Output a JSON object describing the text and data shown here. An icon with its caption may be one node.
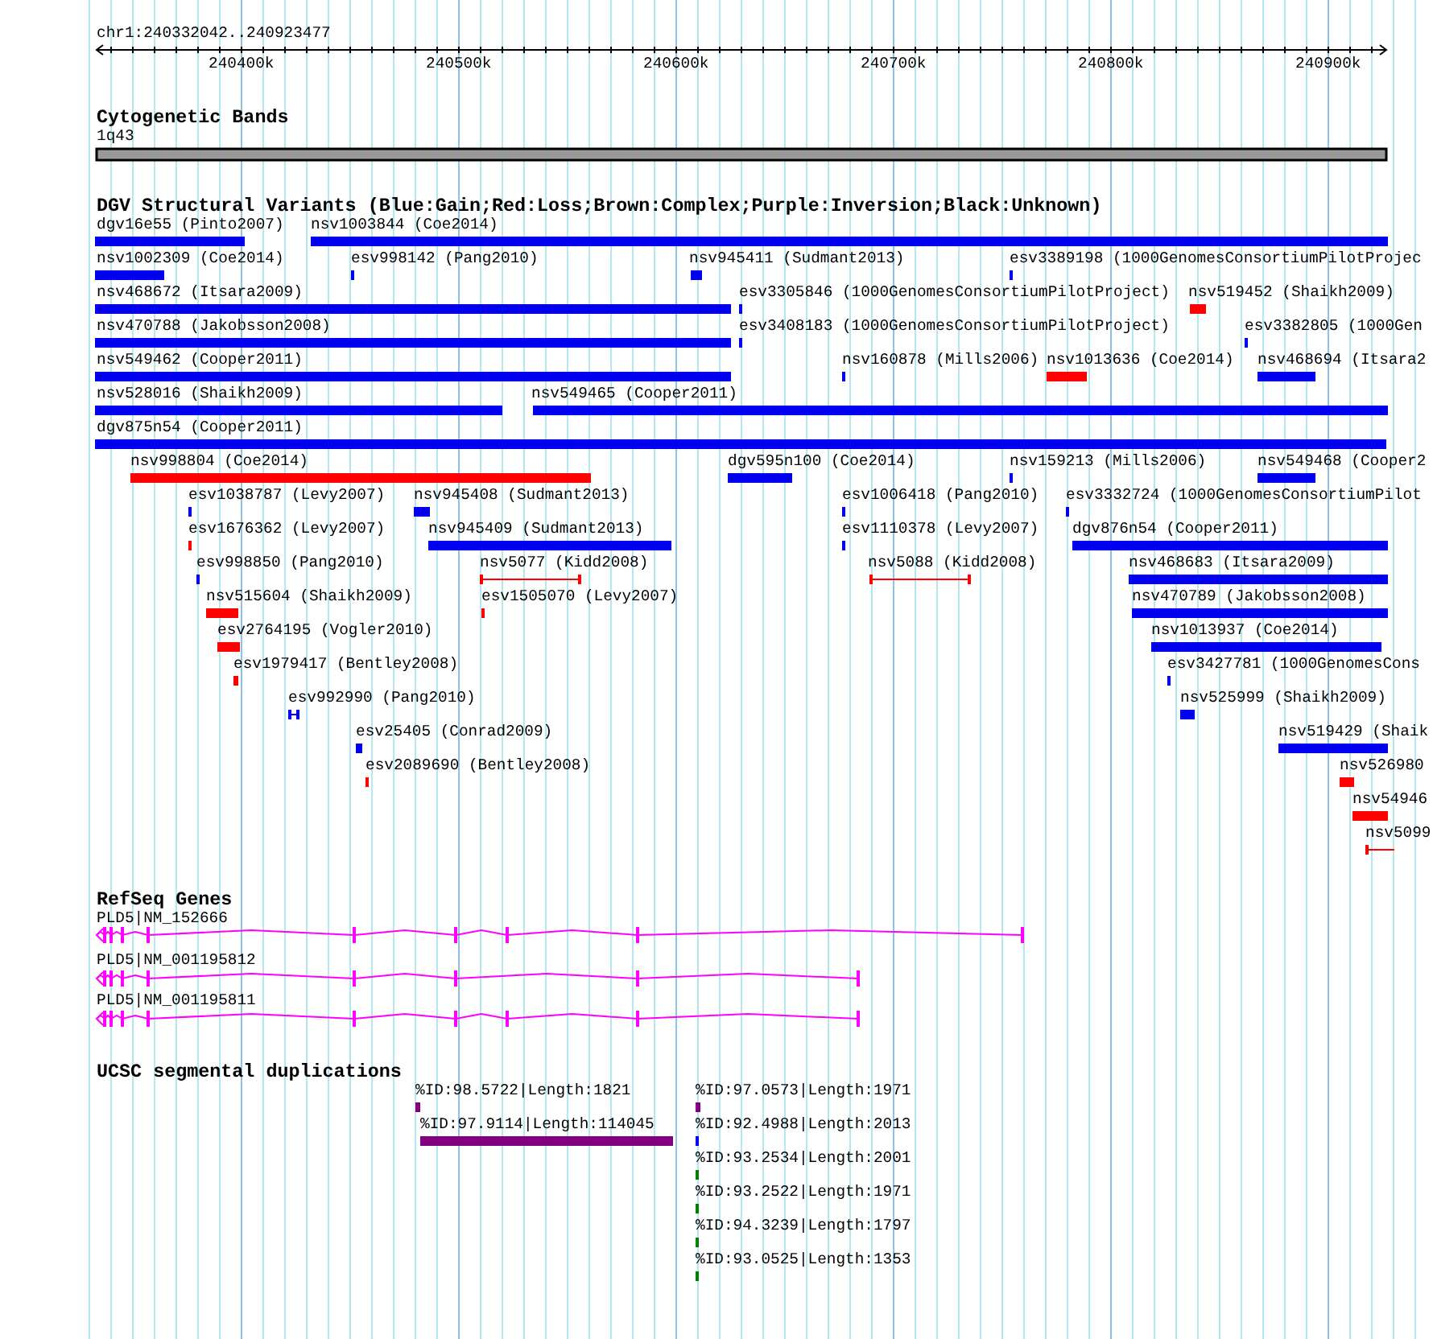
{
  "diagram": {
    "labels": [
      "chr1:240332042..240923477",
      "240400k",
      "240500k",
      "240600k",
      "240700k",
      "240800k",
      "240900k",
      "Cytogenetic Bands",
      "1q43",
      "DGV Structural Variants (Blue:Gain;Red:Loss;Brown:Complex;Purple:Inversion;Black:Unknown)",
      "dgv16e55 (Pinto2007)",
      "nsv1003844 (Coe2014)",
      "nsv1002309 (Coe2014)",
      "esv998142 (Pang2010)",
      "nsv945411 (Sudmant2013)",
      "esv3389198 (1000GenomesConsortiumPilotProjec",
      "nsv468672 (Itsara2009)",
      "esv3305846 (1000GenomesConsortiumPilotProject)",
      "nsv519452 (Shaikh2009)",
      "nsv470788 (Jakobsson2008)",
      "esv3408183 (1000GenomesConsortiumPilotProject)",
      "esv3382805 (1000Gen",
      "nsv549462 (Cooper2011)",
      "nsv160878 (Mills2006)",
      "nsv1013636 (Coe2014)",
      "nsv468694 (Itsara2",
      "nsv528016 (Shaikh2009)",
      "nsv549465 (Cooper2011)",
      "dgv875n54 (Cooper2011)",
      "nsv998804 (Coe2014)",
      "dgv595n100 (Coe2014)",
      "nsv159213 (Mills2006)",
      "nsv549468 (Cooper2",
      "esv1038787 (Levy2007)",
      "nsv945408 (Sudmant2013)",
      "esv1006418 (Pang2010)",
      "esv3332724 (1000GenomesConsortiumPilot",
      "esv1676362 (Levy2007)",
      "nsv945409 (Sudmant2013)",
      "esv1110378 (Levy2007)",
      "dgv876n54 (Cooper2011)",
      "esv998850 (Pang2010)",
      "nsv5077 (Kidd2008)",
      "nsv5088 (Kidd2008)",
      "nsv468683 (Itsara2009)",
      "nsv515604 (Shaikh2009)",
      "esv1505070 (Levy2007)",
      "nsv470789 (Jakobsson2008)",
      "esv2764195 (Vogler2010)",
      "nsv1013937 (Coe2014)",
      "esv1979417 (Bentley2008)",
      "esv3427781 (1000GenomesCons",
      "esv992990 (Pang2010)",
      "nsv525999 (Shaikh2009)",
      "esv25405 (Conrad2009)",
      "nsv519429 (Shaik",
      "esv2089690 (Bentley2008)",
      "nsv526980",
      "nsv54946",
      "nsv5099",
      "RefSeq Genes",
      "PLD5|NM_152666",
      "PLD5|NM_001195812",
      "PLD5|NM_001195811",
      "UCSC segmental duplications",
      "%ID:98.5722|Length:1821",
      "%ID:97.0573|Length:1971",
      "%ID:97.9114|Length:114045",
      "%ID:92.4988|Length:2013",
      "%ID:93.2534|Length:2001",
      "%ID:93.2522|Length:1971",
      "%ID:94.3239|Length:1797",
      "%ID:93.0525|Length:1353"
    ]
  }
}
